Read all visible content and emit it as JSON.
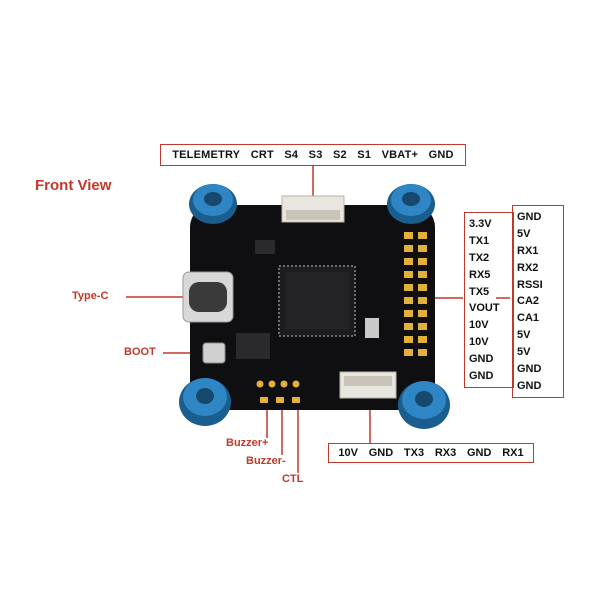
{
  "title": "Front View",
  "labels": {
    "type_c": "Type-C",
    "boot": "BOOT",
    "buzzer_plus": "Buzzer+",
    "buzzer_minus": "Buzzer-",
    "ctl": "CTL"
  },
  "top_pads": [
    "TELEMETRY",
    "CRT",
    "S4",
    "S3",
    "S2",
    "S1",
    "VBAT+",
    "GND"
  ],
  "right_inner_pads": [
    "3.3V",
    "TX1",
    "TX2",
    "RX5",
    "TX5",
    "VOUT",
    "10V",
    "10V",
    "GND",
    "GND"
  ],
  "right_outer_pads": [
    "GND",
    "5V",
    "RX1",
    "RX2",
    "RSSI",
    "CA2",
    "CA1",
    "5V",
    "5V",
    "GND",
    "GND"
  ],
  "bottom_pads": [
    "10V",
    "GND",
    "TX3",
    "RX3",
    "GND",
    "RX1"
  ],
  "colors": {
    "annotation": "#c0392b",
    "board": "#0f0f12",
    "standoff": "#1f6ea6"
  }
}
